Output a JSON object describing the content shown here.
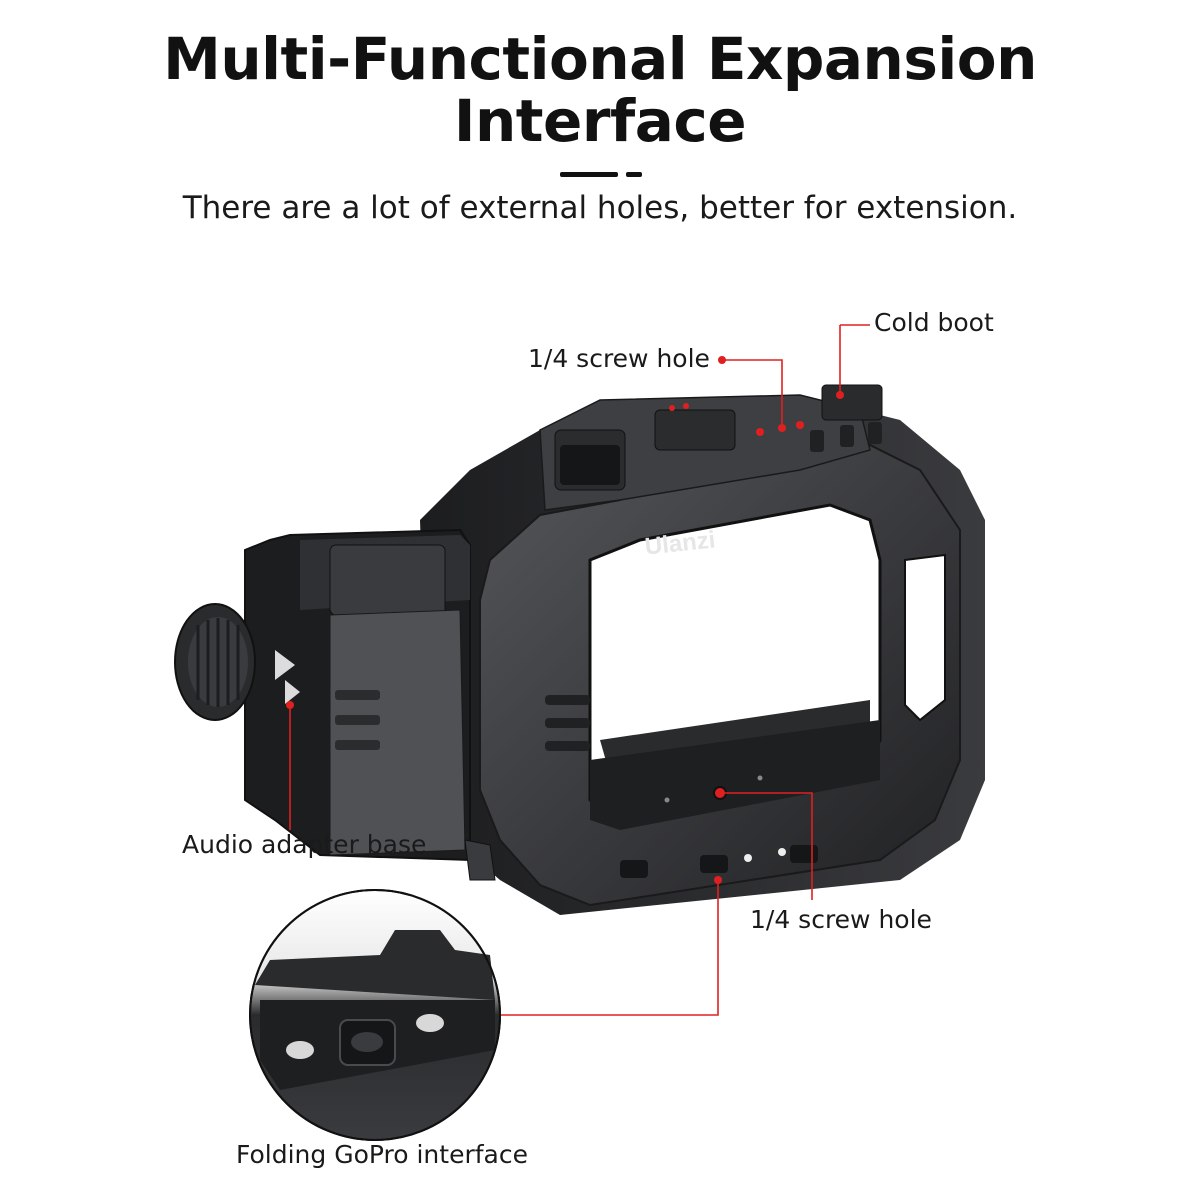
{
  "header": {
    "title_line1": "Multi-Functional Expansion",
    "title_line2": "Interface",
    "subtitle": "There are a lot of external holes, better for extension."
  },
  "product": {
    "brand": "Ulanzi"
  },
  "callouts": {
    "cold_boot": "Cold boot",
    "top_screw_hole": "1/4 screw hole",
    "audio_adapter": "Audio adapter base",
    "bottom_screw_hole": "1/4 screw hole",
    "gopro_interface": "Folding GoPro interface"
  },
  "colors": {
    "accent_red": "#e02020",
    "cage_dark": "#2b2c2e",
    "cage_mid": "#4a4b4e",
    "text": "#1a1a1a"
  }
}
